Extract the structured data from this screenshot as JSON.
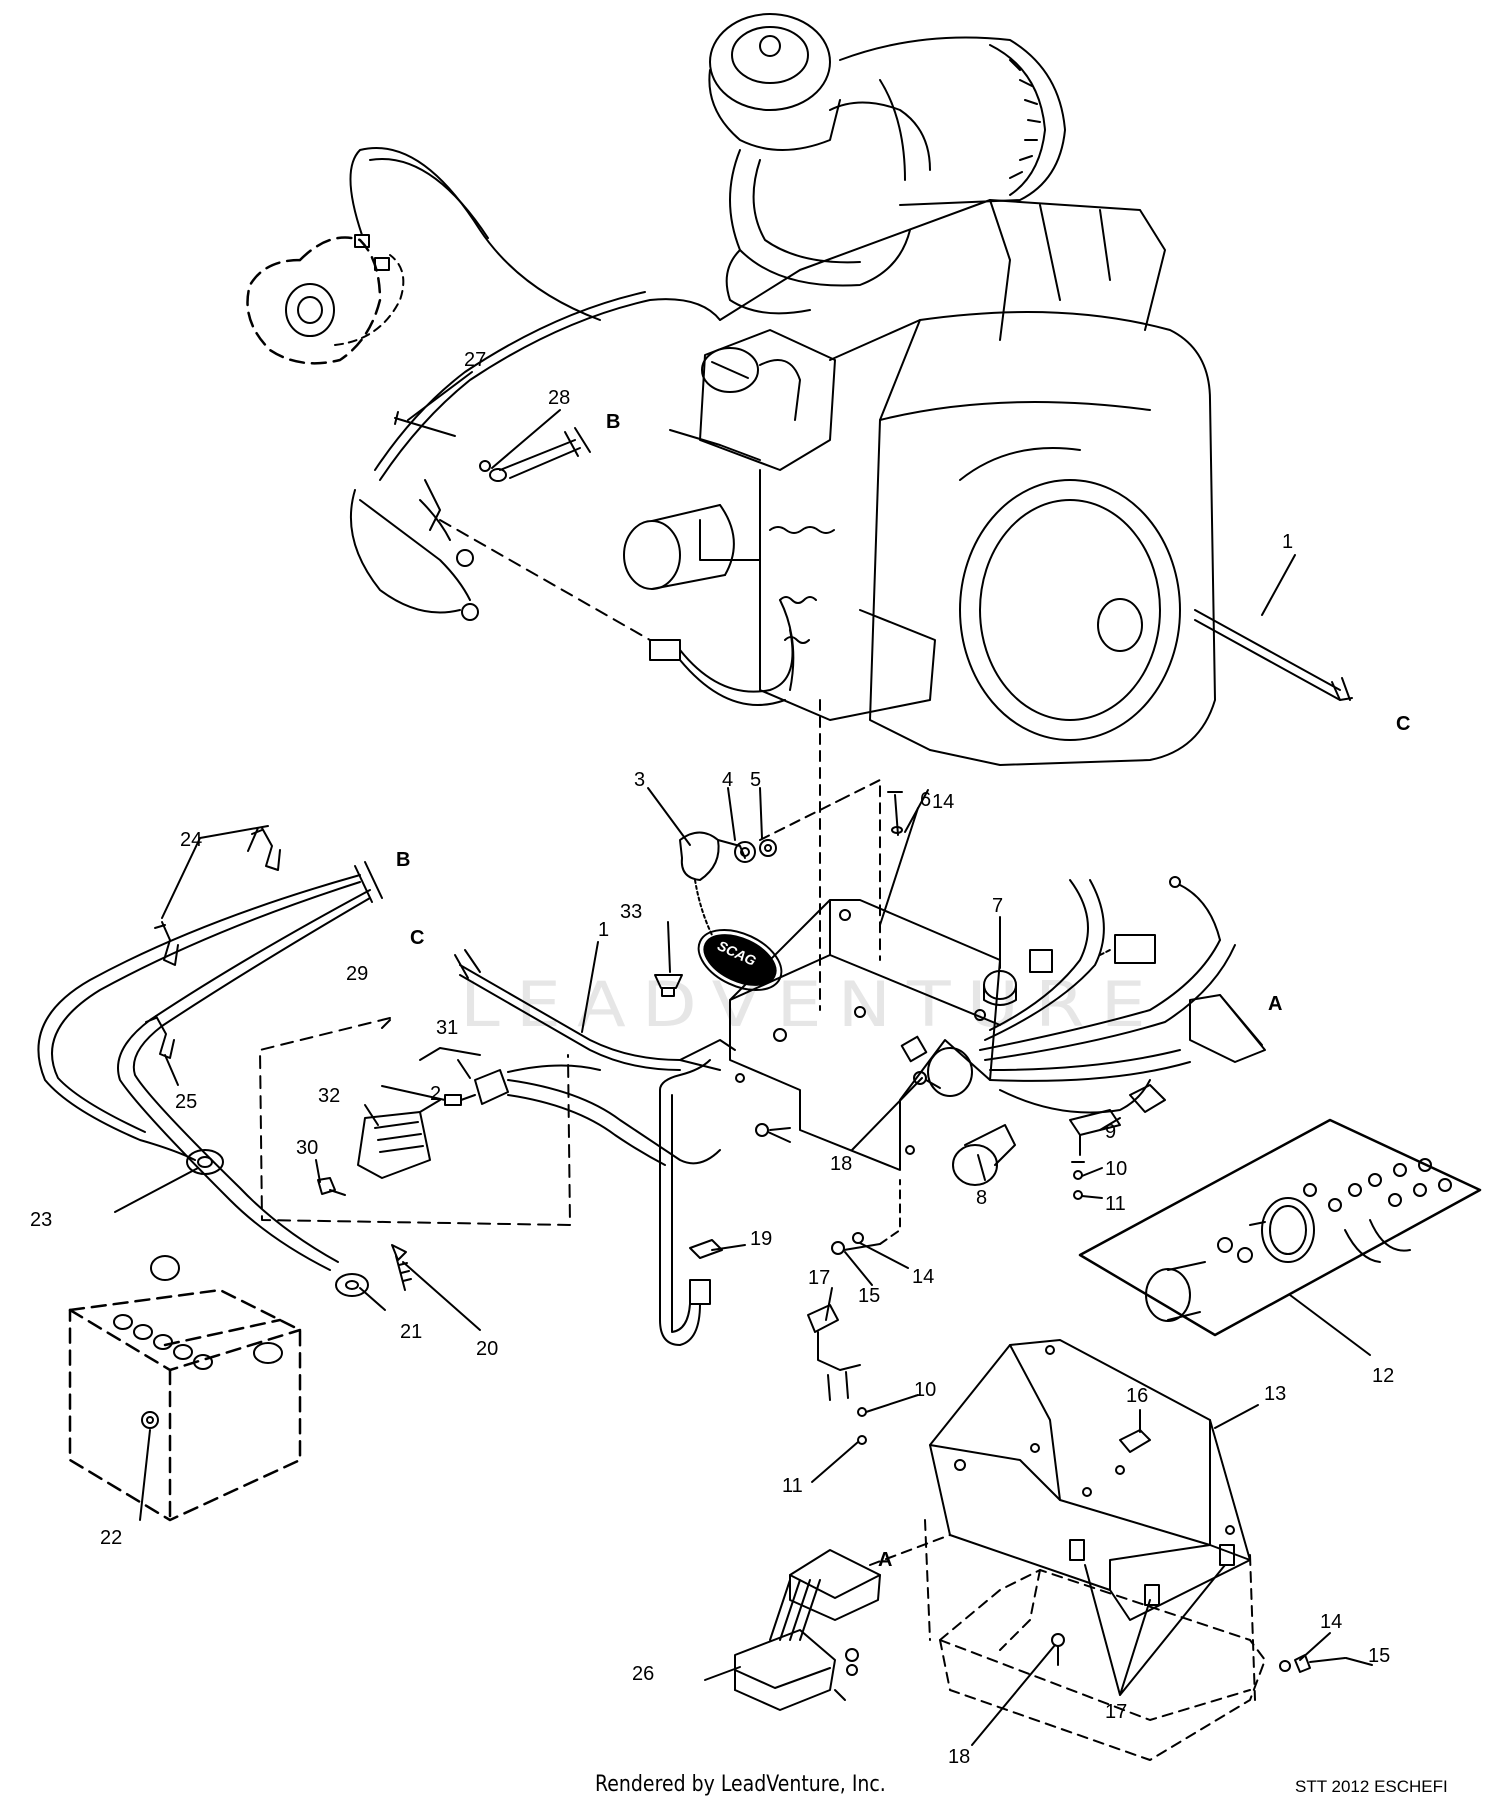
{
  "diagram": {
    "part_labels": [
      {
        "id": "p1a",
        "text": "1"
      },
      {
        "id": "p1b",
        "text": "1"
      },
      {
        "id": "p2",
        "text": "2"
      },
      {
        "id": "p3",
        "text": "3"
      },
      {
        "id": "p4",
        "text": "4"
      },
      {
        "id": "p5",
        "text": "5"
      },
      {
        "id": "p6",
        "text": "6"
      },
      {
        "id": "p7",
        "text": "7"
      },
      {
        "id": "p8",
        "text": "8"
      },
      {
        "id": "p9",
        "text": "9"
      },
      {
        "id": "p10a",
        "text": "10"
      },
      {
        "id": "p10b",
        "text": "10"
      },
      {
        "id": "p11a",
        "text": "11"
      },
      {
        "id": "p11b",
        "text": "11"
      },
      {
        "id": "p12",
        "text": "12"
      },
      {
        "id": "p13",
        "text": "13"
      },
      {
        "id": "p14a",
        "text": "14"
      },
      {
        "id": "p14b",
        "text": "14"
      },
      {
        "id": "p14c",
        "text": "14"
      },
      {
        "id": "p15a",
        "text": "15"
      },
      {
        "id": "p15b",
        "text": "15"
      },
      {
        "id": "p16",
        "text": "16"
      },
      {
        "id": "p17a",
        "text": "17"
      },
      {
        "id": "p17b",
        "text": "17"
      },
      {
        "id": "p18a",
        "text": "18"
      },
      {
        "id": "p18b",
        "text": "18"
      },
      {
        "id": "p19",
        "text": "19"
      },
      {
        "id": "p20",
        "text": "20"
      },
      {
        "id": "p21",
        "text": "21"
      },
      {
        "id": "p22",
        "text": "22"
      },
      {
        "id": "p23",
        "text": "23"
      },
      {
        "id": "p24",
        "text": "24"
      },
      {
        "id": "p25",
        "text": "25"
      },
      {
        "id": "p26",
        "text": "26"
      },
      {
        "id": "p27",
        "text": "27"
      },
      {
        "id": "p28",
        "text": "28"
      },
      {
        "id": "p29",
        "text": "29"
      },
      {
        "id": "p30",
        "text": "30"
      },
      {
        "id": "p31",
        "text": "31"
      },
      {
        "id": "p32",
        "text": "32"
      },
      {
        "id": "p33",
        "text": "33"
      }
    ],
    "reference_letters": [
      {
        "id": "rA1",
        "text": "A"
      },
      {
        "id": "rA2",
        "text": "A"
      },
      {
        "id": "rB1",
        "text": "B"
      },
      {
        "id": "rB2",
        "text": "B"
      },
      {
        "id": "rC1",
        "text": "C"
      },
      {
        "id": "rC2",
        "text": "C"
      }
    ],
    "badge_text": "SCAG",
    "watermark_text": "LEADVENTURE"
  },
  "footer": {
    "rendered_by": "Rendered by LeadVenture, Inc.",
    "drawing_code": "STT 2012 ESCHEFI"
  }
}
